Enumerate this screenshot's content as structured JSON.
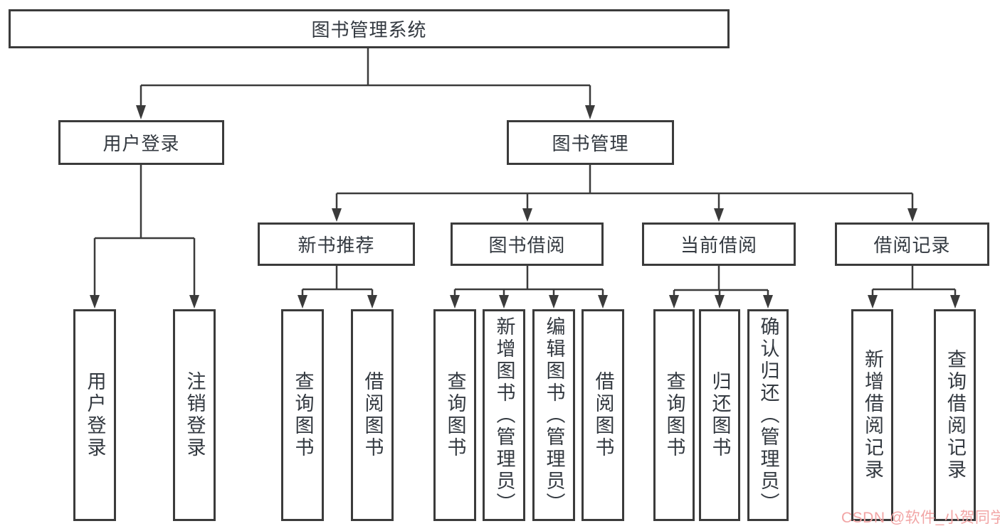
{
  "diagram": {
    "root": {
      "label": "图书管理系统"
    },
    "branches": [
      {
        "label": "用户登录",
        "children": [
          {
            "label": "用户登录"
          },
          {
            "label": "注销登录"
          }
        ]
      },
      {
        "label": "图书管理",
        "children": [
          {
            "label": "新书推荐",
            "children": [
              {
                "label": "查询图书"
              },
              {
                "label": "借阅图书"
              }
            ]
          },
          {
            "label": "图书借阅",
            "children": [
              {
                "label": "查询图书"
              },
              {
                "label": "新增图书（管理员）"
              },
              {
                "label": "编辑图书（管理员）"
              },
              {
                "label": "借阅图书"
              }
            ]
          },
          {
            "label": "当前借阅",
            "children": [
              {
                "label": "查询图书"
              },
              {
                "label": "归还图书"
              },
              {
                "label": "确认归还（管理员）"
              }
            ]
          },
          {
            "label": "借阅记录",
            "children": [
              {
                "label": "新增借阅记录"
              },
              {
                "label": "查询借阅记录"
              }
            ]
          }
        ]
      }
    ],
    "watermark": "CSDN @软件_小贺同学",
    "colors": {
      "line": "#3b3b3b",
      "text": "#333940",
      "watermark": "#f2a5a5",
      "background": "#ffffff"
    }
  }
}
